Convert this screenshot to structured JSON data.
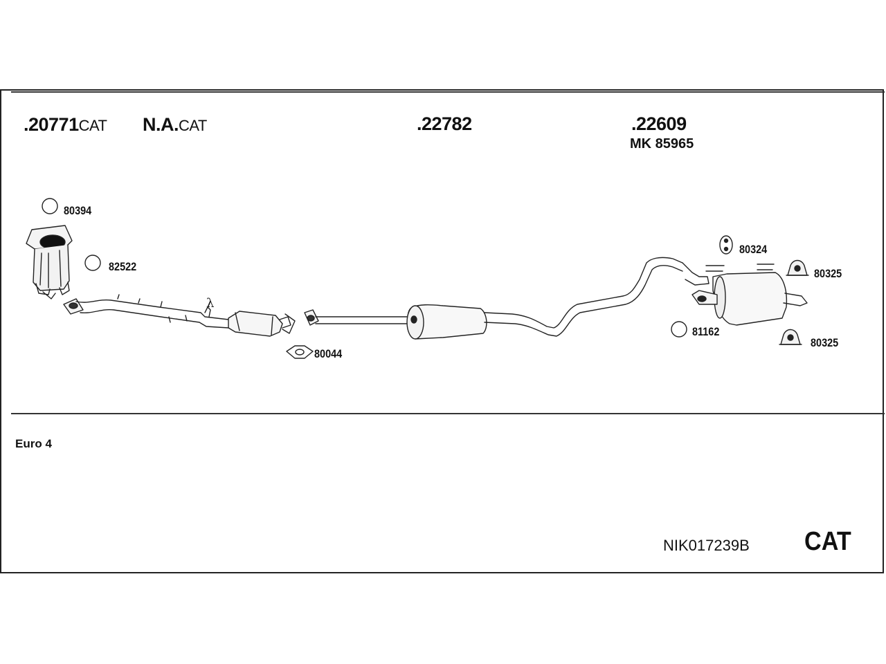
{
  "header_labels": {
    "part1_number": ".20771",
    "part1_suffix": "CAT",
    "part2_number": "N.A.",
    "part2_suffix": "CAT",
    "part3_number": ".22782",
    "part4_number": ".22609",
    "part4_mount_kit": "MK  85965"
  },
  "callouts": {
    "c80394": "80394",
    "c82522": "82522",
    "c80044": "80044",
    "c80324": "80324",
    "c80325_upper": "80325",
    "c81162": "81162",
    "c80325_lower": "80325",
    "lambda": "λ"
  },
  "footer": {
    "emission_note": "Euro 4",
    "kit_code": "NIK017239B",
    "kit_type": "CAT"
  }
}
